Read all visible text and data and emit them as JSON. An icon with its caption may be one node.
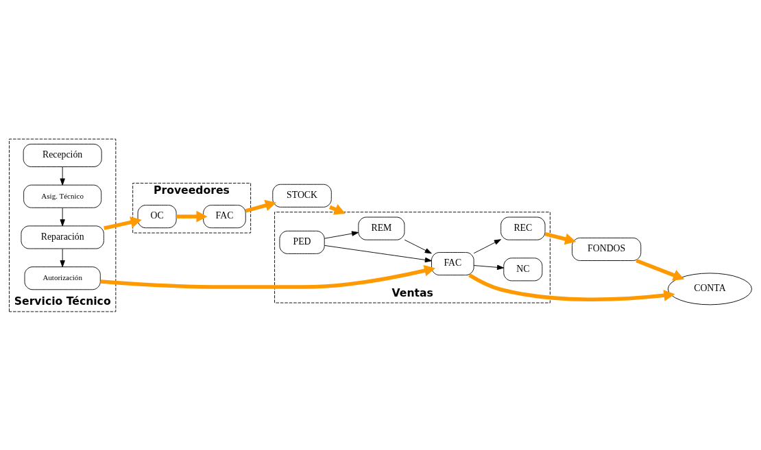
{
  "diagram": {
    "nodes": [
      {
        "text": [
          "Servicio Técnico"
        ]
      },
      {
        "text": [
          "Recepción"
        ],
        "in": 0
      },
      {
        "text": [
          "Asig. Técnico"
        ],
        "in": 0
      },
      {
        "text": [
          "Reparación"
        ],
        "in": 0
      },
      {
        "text": [
          "Autorización"
        ],
        "in": 0
      },
      {
        "text": [
          "Proveedores"
        ]
      },
      {
        "text": [
          "OC"
        ],
        "in": 5
      },
      {
        "text": [
          "FAC"
        ],
        "in": 5
      },
      {
        "text": [
          "STOCK"
        ]
      },
      {
        "text": [
          "Ventas"
        ]
      },
      {
        "text": [
          "REM"
        ],
        "in": 9
      },
      {
        "text": [
          "PED"
        ],
        "in": 9
      },
      {
        "text": [
          "FAC"
        ],
        "in": 9
      },
      {
        "text": [
          "NC"
        ],
        "in": 9
      },
      {
        "text": [
          "REC"
        ],
        "in": 9
      },
      {
        "text": [
          "CONTA"
        ]
      },
      {
        "text": [
          "FONDOS"
        ]
      }
    ],
    "edges": [
      {
        "from": 1,
        "to": 2,
        "arrow": "to"
      },
      {
        "from": 2,
        "to": 3,
        "arrow": "to"
      },
      {
        "from": 3,
        "to": 4,
        "arrow": "to"
      },
      {
        "from": 3,
        "to": 6,
        "arrow": "to",
        "style": "thick",
        "color": "#ff9900"
      },
      {
        "from": 6,
        "to": 7,
        "arrow": "to",
        "style": "thick",
        "color": "#ff9900"
      },
      {
        "from": 7,
        "to": 8,
        "arrow": "to",
        "style": "thick",
        "color": "#ff9900"
      },
      {
        "from": 8,
        "to": 9,
        "arrow": "to",
        "style": "thick",
        "color": "#ff9900"
      },
      {
        "from": 4,
        "to": 12,
        "arrow": "to",
        "style": "thick",
        "color": "#ff9900"
      },
      {
        "from": 11,
        "to": 10,
        "arrow": "to"
      },
      {
        "from": 11,
        "to": 12,
        "arrow": "to"
      },
      {
        "from": 10,
        "to": 12,
        "arrow": "to"
      },
      {
        "from": 12,
        "to": 13,
        "arrow": "to"
      },
      {
        "from": 12,
        "to": 14,
        "arrow": "to"
      },
      {
        "from": 12,
        "to": 15,
        "arrow": "to",
        "style": "thick",
        "color": "#ff9900"
      },
      {
        "from": 14,
        "to": 16,
        "arrow": "to",
        "style": "thick",
        "color": "#ff9900"
      },
      {
        "from": 16,
        "to": 15,
        "arrow": "to",
        "style": "thick",
        "color": "#ff9900"
      }
    ]
  }
}
